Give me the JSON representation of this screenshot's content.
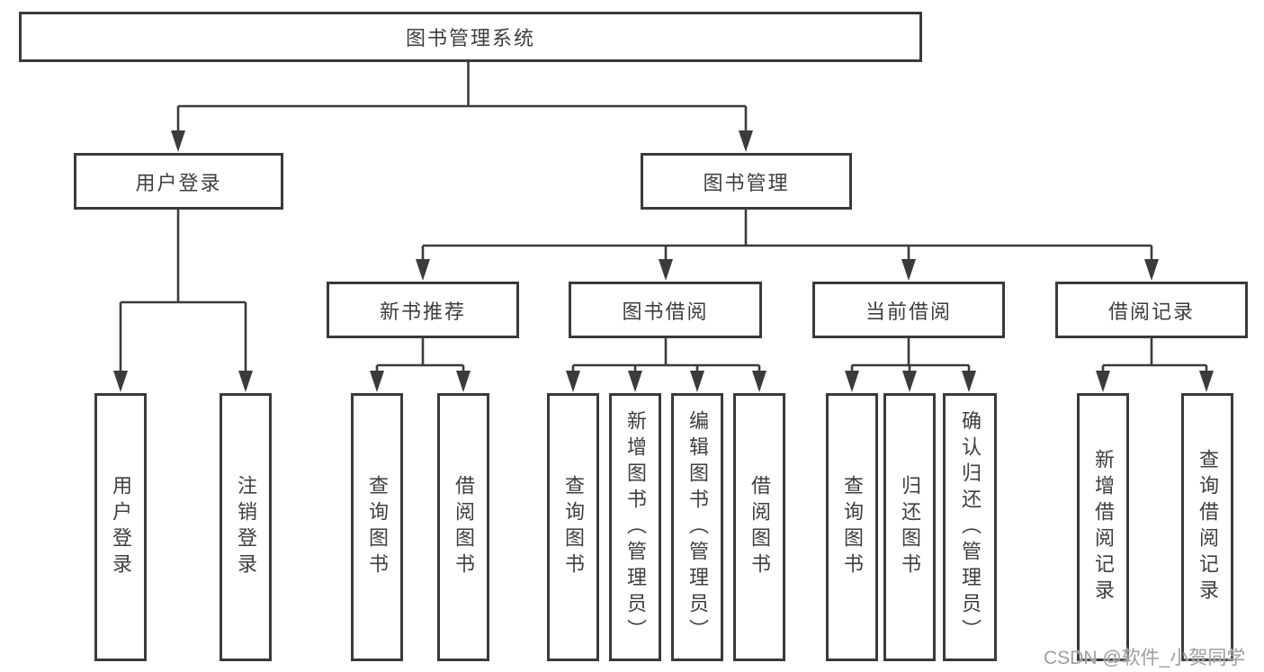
{
  "diagram": {
    "root": "图书管理系统",
    "level1": [
      "用户登录",
      "图书管理"
    ],
    "level2": [
      "新书推荐",
      "图书借阅",
      "当前借阅",
      "借阅记录"
    ],
    "leaves_user_login": [
      "用户登录",
      "注销登录"
    ],
    "leaves_new_book": [
      "查询图书",
      "借阅图书"
    ],
    "leaves_book_borrow": [
      "查询图书",
      "新增图书（管理员）",
      "编辑图书（管理员）",
      "借阅图书"
    ],
    "leaves_current_borrow": [
      "查询图书",
      "归还图书",
      "确认归还（管理员）"
    ],
    "leaves_records": [
      "新增借阅记录",
      "查询借阅记录"
    ]
  },
  "watermark": "CSDN @软件_小贺同学",
  "colors": {
    "box_border": "#3a3a3a",
    "line": "#3b3b3b",
    "text": "#3e3e3e",
    "watermark": "#9e9e9e",
    "background": "#ffffff"
  }
}
